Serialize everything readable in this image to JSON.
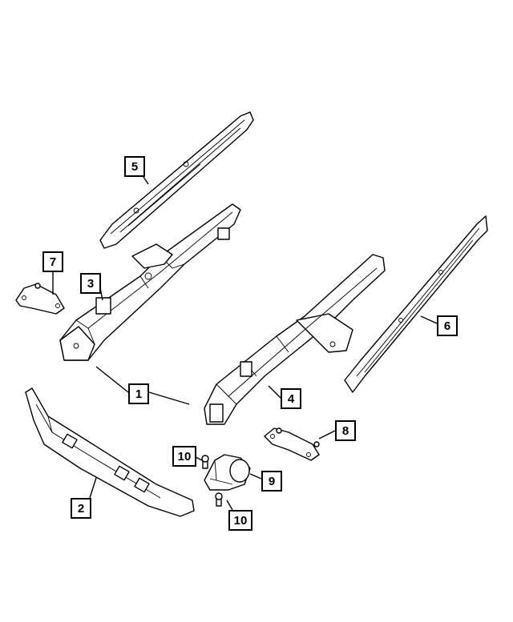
{
  "callouts": [
    {
      "id": "c1",
      "label": "1"
    },
    {
      "id": "c2",
      "label": "2"
    },
    {
      "id": "c3",
      "label": "3"
    },
    {
      "id": "c4",
      "label": "4"
    },
    {
      "id": "c5",
      "label": "5"
    },
    {
      "id": "c6",
      "label": "6"
    },
    {
      "id": "c7",
      "label": "7"
    },
    {
      "id": "c8",
      "label": "8"
    },
    {
      "id": "c9",
      "label": "9"
    },
    {
      "id": "c10a",
      "label": "10"
    },
    {
      "id": "c10b",
      "label": "10"
    }
  ]
}
